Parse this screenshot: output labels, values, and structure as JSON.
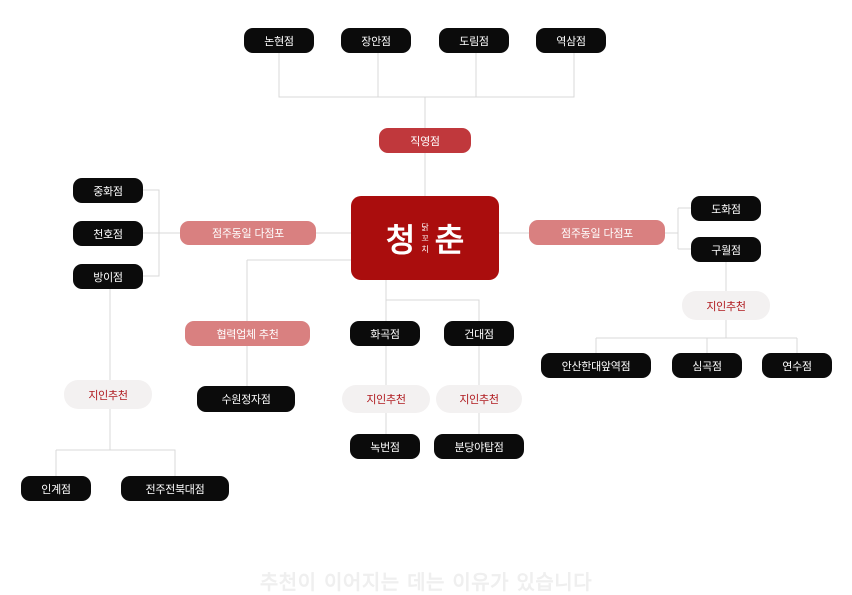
{
  "diagram": {
    "direct_stores": [
      "논현점",
      "장안점",
      "도림점",
      "역삼점"
    ],
    "direct_label": "직영점",
    "logo": {
      "main_left": "청",
      "main_right": "춘",
      "sub": [
        "닭",
        "꼬",
        "치"
      ]
    },
    "left_group_label": "점주동일 다점포",
    "left_stores": [
      "중화점",
      "천호점",
      "방이점"
    ],
    "right_group_label": "점주동일 다점포",
    "right_stores": [
      "도화점",
      "구월점"
    ],
    "referral_label": "지인추천",
    "left_referrals": [
      "인계점",
      "전주전북대점"
    ],
    "right_referrals": [
      "안산한대앞역점",
      "심곡점",
      "연수점"
    ],
    "partner_label": "협력업체 추천",
    "partner_store": "수원정자점",
    "center_stores": [
      "화곡점",
      "건대점"
    ],
    "center_referrals": [
      "녹번점",
      "분당야탑점"
    ],
    "tagline": "추천이 이어지는 데는 이유가 있습니다"
  },
  "colors": {
    "line": "#d9d9d9",
    "node_dark": "#0b0b0b",
    "logo_bg": "#aa0d0d",
    "direct": "#c0383c",
    "group": "#d98080",
    "referral_bg": "#f3f1f1",
    "referral_text": "#b01a1f"
  }
}
